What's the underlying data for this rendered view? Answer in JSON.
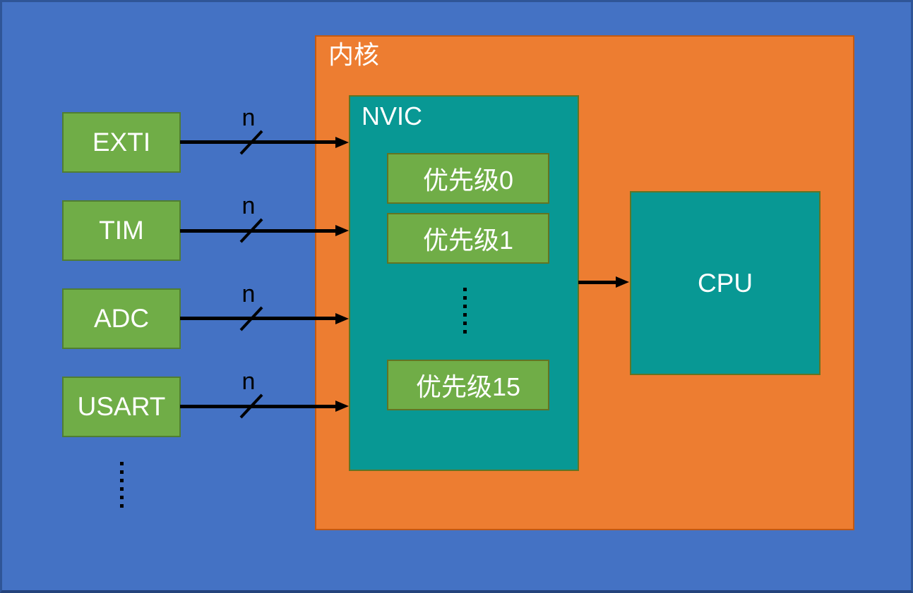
{
  "diagram": {
    "kernel": {
      "label": "内核"
    },
    "nvic": {
      "label": "NVIC"
    },
    "cpu": {
      "label": "CPU"
    },
    "peripherals": [
      {
        "label": "EXTI",
        "bus_label": "n"
      },
      {
        "label": "TIM",
        "bus_label": "n"
      },
      {
        "label": "ADC",
        "bus_label": "n"
      },
      {
        "label": "USART",
        "bus_label": "n"
      }
    ],
    "priorities": [
      {
        "label": "优先级0"
      },
      {
        "label": "优先级1"
      },
      {
        "label": "优先级15"
      }
    ],
    "ellipsis": {
      "peripheral_column": "vertical-dots",
      "priority_column": "vertical-dots"
    },
    "colors": {
      "background": "#4472C4",
      "background_border": "#2F5597",
      "kernel_fill": "#ED7D31",
      "kernel_border": "#C45911",
      "peripheral_fill": "#70AD47",
      "peripheral_border": "#507E32",
      "teal_fill": "#089894",
      "teal_border": "#637423",
      "arrow": "#000000",
      "label_text": "#FFFFFF"
    }
  }
}
